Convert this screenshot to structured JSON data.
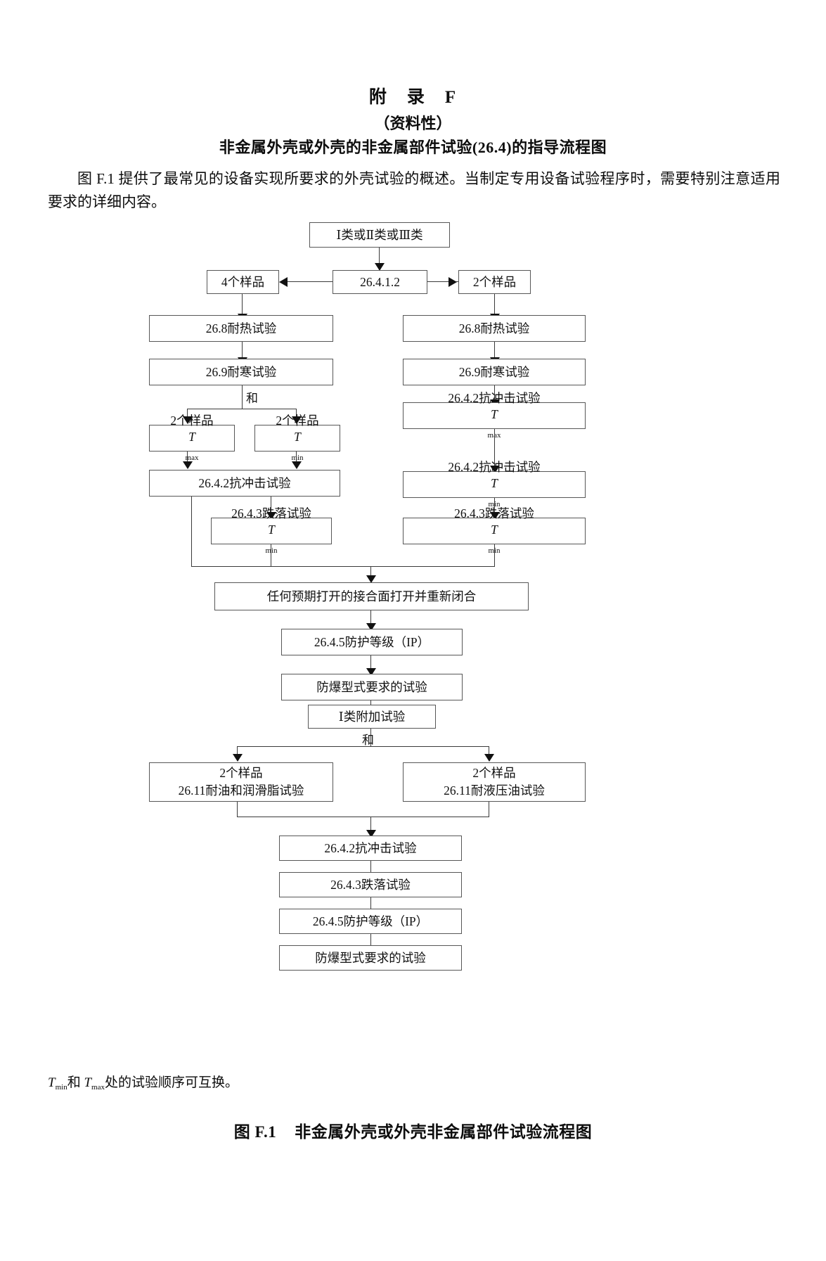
{
  "document": {
    "appendix_label": "附　录　F",
    "appendix_type": "（资料性）",
    "appendix_name": "非金属外壳或外壳的非金属部件试验(26.4)的指导流程图",
    "intro_paragraph": "图 F.1 提供了最常见的设备实现所要求的外壳试验的概述。当制定专用设备试验程序时，需要特别注意适用要求的详细内容。",
    "footnote": "Tmin和 Tmax处的试验顺序可互换。",
    "footnote_parts": {
      "t1": "T",
      "t1sub": "min",
      "mid": "和 ",
      "t2": "T",
      "t2sub": "max",
      "tail": "处的试验顺序可互换。"
    },
    "figure_caption_number": "图 F.1",
    "figure_caption_text": "非金属外壳或外壳非金属部件试验流程图"
  },
  "flowchart": {
    "type": "flowchart",
    "nodes": {
      "start": "Ⅰ类或Ⅱ类或Ⅲ类",
      "decision": "26.4.1.2",
      "left_samples": "4个样品",
      "right_samples": "2个样品",
      "left_heat": "26.8耐热试验",
      "left_cold": "26.9耐寒试验",
      "left_and": "和",
      "left_sample_tmax_pre": "2个样品",
      "left_sample_tmax_var": "T",
      "left_sample_tmax_sub": "max",
      "left_sample_tmin_pre": "2个样品",
      "left_sample_tmin_var": "T",
      "left_sample_tmin_sub": "min",
      "left_impact": "26.4.2抗冲击试验",
      "left_drop_pre": "26.4.3跌落试验",
      "left_drop_var": "T",
      "left_drop_sub": "min",
      "right_heat": "26.8耐热试验",
      "right_cold": "26.9耐寒试验",
      "right_impact_max_pre": "26.4.2抗冲击试验",
      "right_impact_max_var": "T",
      "right_impact_max_sub": "max",
      "right_impact_min_pre": "26.4.2抗冲击试验",
      "right_impact_min_var": "T",
      "right_impact_min_sub": "min",
      "right_drop_pre": "26.4.3跌落试验",
      "right_drop_var": "T",
      "right_drop_sub": "min",
      "joint_face": "任何预期打开的接合面打开并重新闭合",
      "ip_rating": "26.4.5防护等级（IP）",
      "ex_type_test": "防爆型式要求的试验",
      "class1_additional": "Ⅰ类附加试验",
      "class1_and": "和",
      "oil_grease_line1": "2个样品",
      "oil_grease_line2": "26.11耐油和润滑脂试验",
      "hydraulic_line1": "2个样品",
      "hydraulic_line2": "26.11耐液压油试验",
      "final_impact": "26.4.2抗冲击试验",
      "final_drop": "26.4.3跌落试验",
      "final_ip": "26.4.5防护等级（IP）",
      "final_ex_type": "防爆型式要求的试验"
    },
    "colors": {
      "box_border": "#575757",
      "connector": "#3a3a3a",
      "text": "#111111",
      "background": "#ffffff"
    }
  }
}
